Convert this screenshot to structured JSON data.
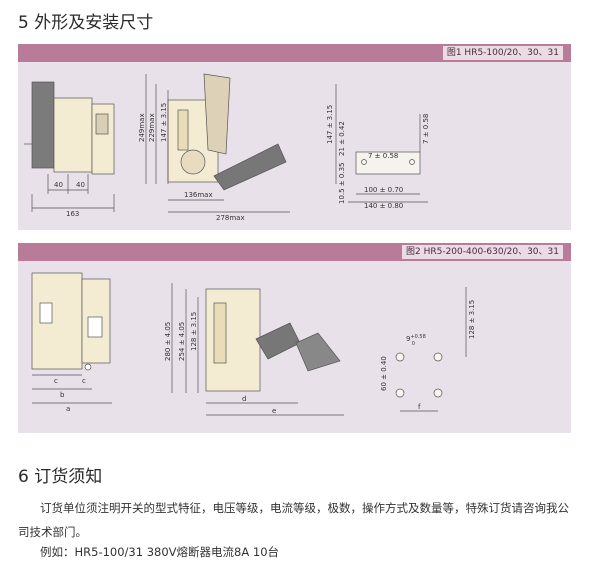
{
  "section5": {
    "title": "5 外形及安装尺寸"
  },
  "figure1": {
    "caption": "图1 HR5-100/20、30、31",
    "dims": {
      "d249": "249max",
      "d229": "229max",
      "d147": "147 ± 3.15",
      "d136": "136max",
      "d278": "278max",
      "d40a": "40",
      "d40b": "40",
      "d163": "163",
      "r147": "147 ± 3.15",
      "r21": "21 ± 0.42",
      "r7a": "7 ± 0.58",
      "r7b": "7 ± 0.58",
      "r10": "10.5 ± 0.35",
      "r100": "100 ± 0.70",
      "r140": "140 ± 0.80"
    }
  },
  "figure2": {
    "caption": "图2 HR5-200-400-630/20、30、31",
    "dims": {
      "d280": "280 ± 4.05",
      "d254": "254 ± 4.05",
      "d128": "128 ± 3.15",
      "c1": "c",
      "c2": "c",
      "b": "b",
      "a": "a",
      "d": "d",
      "e": "e",
      "nine": "9",
      "nine_sup": "+0.58",
      "nine_sub": "0",
      "r128": "128 ± 3.15",
      "r60": "60 ± 0.40",
      "f": "f"
    }
  },
  "section6": {
    "title": "6 订货须知",
    "paragraph": "订货单位须注明开关的型式特征，电压等级，电流等级，极数，操作方式及数量等，特殊订货请咨询我公司技术部门。",
    "example": "例如：HR5-100/31   380V熔断器电流8A    10台"
  }
}
